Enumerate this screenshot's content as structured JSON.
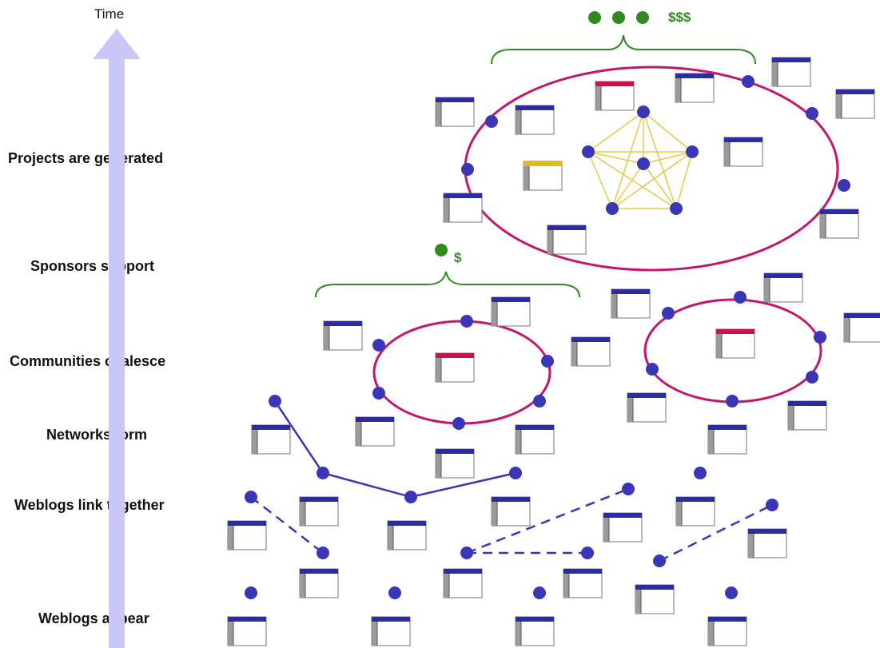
{
  "axis": {
    "label": "Time"
  },
  "stages": [
    {
      "key": "projects",
      "label": "Projects are generated"
    },
    {
      "key": "sponsors",
      "label": "Sponsors support"
    },
    {
      "key": "communities",
      "label": "Communities coalesce"
    },
    {
      "key": "networks",
      "label": "Networks form"
    },
    {
      "key": "link",
      "label": "Weblogs link together"
    },
    {
      "key": "appear",
      "label": "Weblogs appear"
    }
  ],
  "money": {
    "high": "$$$",
    "low": "$"
  },
  "colors": {
    "arrow": "#c8c8f8",
    "node": "#3a36b8",
    "link": "#3a36b8",
    "community_ring": "#c4176b",
    "sponsor_brace": "#2e8b1e",
    "sponsor_dot": "#2e8b1e",
    "project_web": "#e8c84a",
    "window_titlebar": "#2c2c9c",
    "window_titlebar_alt_red": "#c8144c",
    "window_titlebar_alt_yellow": "#e6b820"
  },
  "icons": {
    "weblog": "weblog-window-icon",
    "node": "blog-node-dot"
  }
}
